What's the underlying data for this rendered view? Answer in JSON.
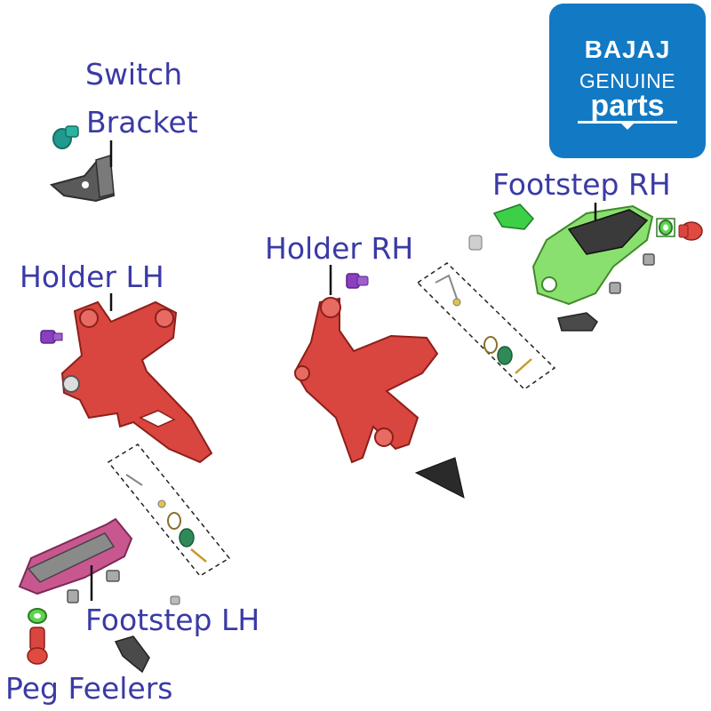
{
  "brand_logo": {
    "brand": "BAJAJ",
    "line2": "GENUINE",
    "line3": "parts",
    "color": "#1279c4"
  },
  "labels": {
    "switch": "Switch",
    "bracket": "Bracket",
    "holder_lh": "Holder LH",
    "holder_rh": "Holder RH",
    "footstep_rh": "Footstep RH",
    "footstep_lh": "Footstep LH",
    "peg_feelers": "Peg Feelers"
  },
  "colors": {
    "label_text": "#3a3aa6",
    "holder": "#d9463f",
    "footstep_rh": "#7fd45a",
    "footstep_lh": "#c9578f",
    "dark_part": "#4a4a4a",
    "bolt_purple": "#8a3fc1",
    "teal_bolt": "#1f9a8c",
    "green_washer": "#2e8b57"
  }
}
